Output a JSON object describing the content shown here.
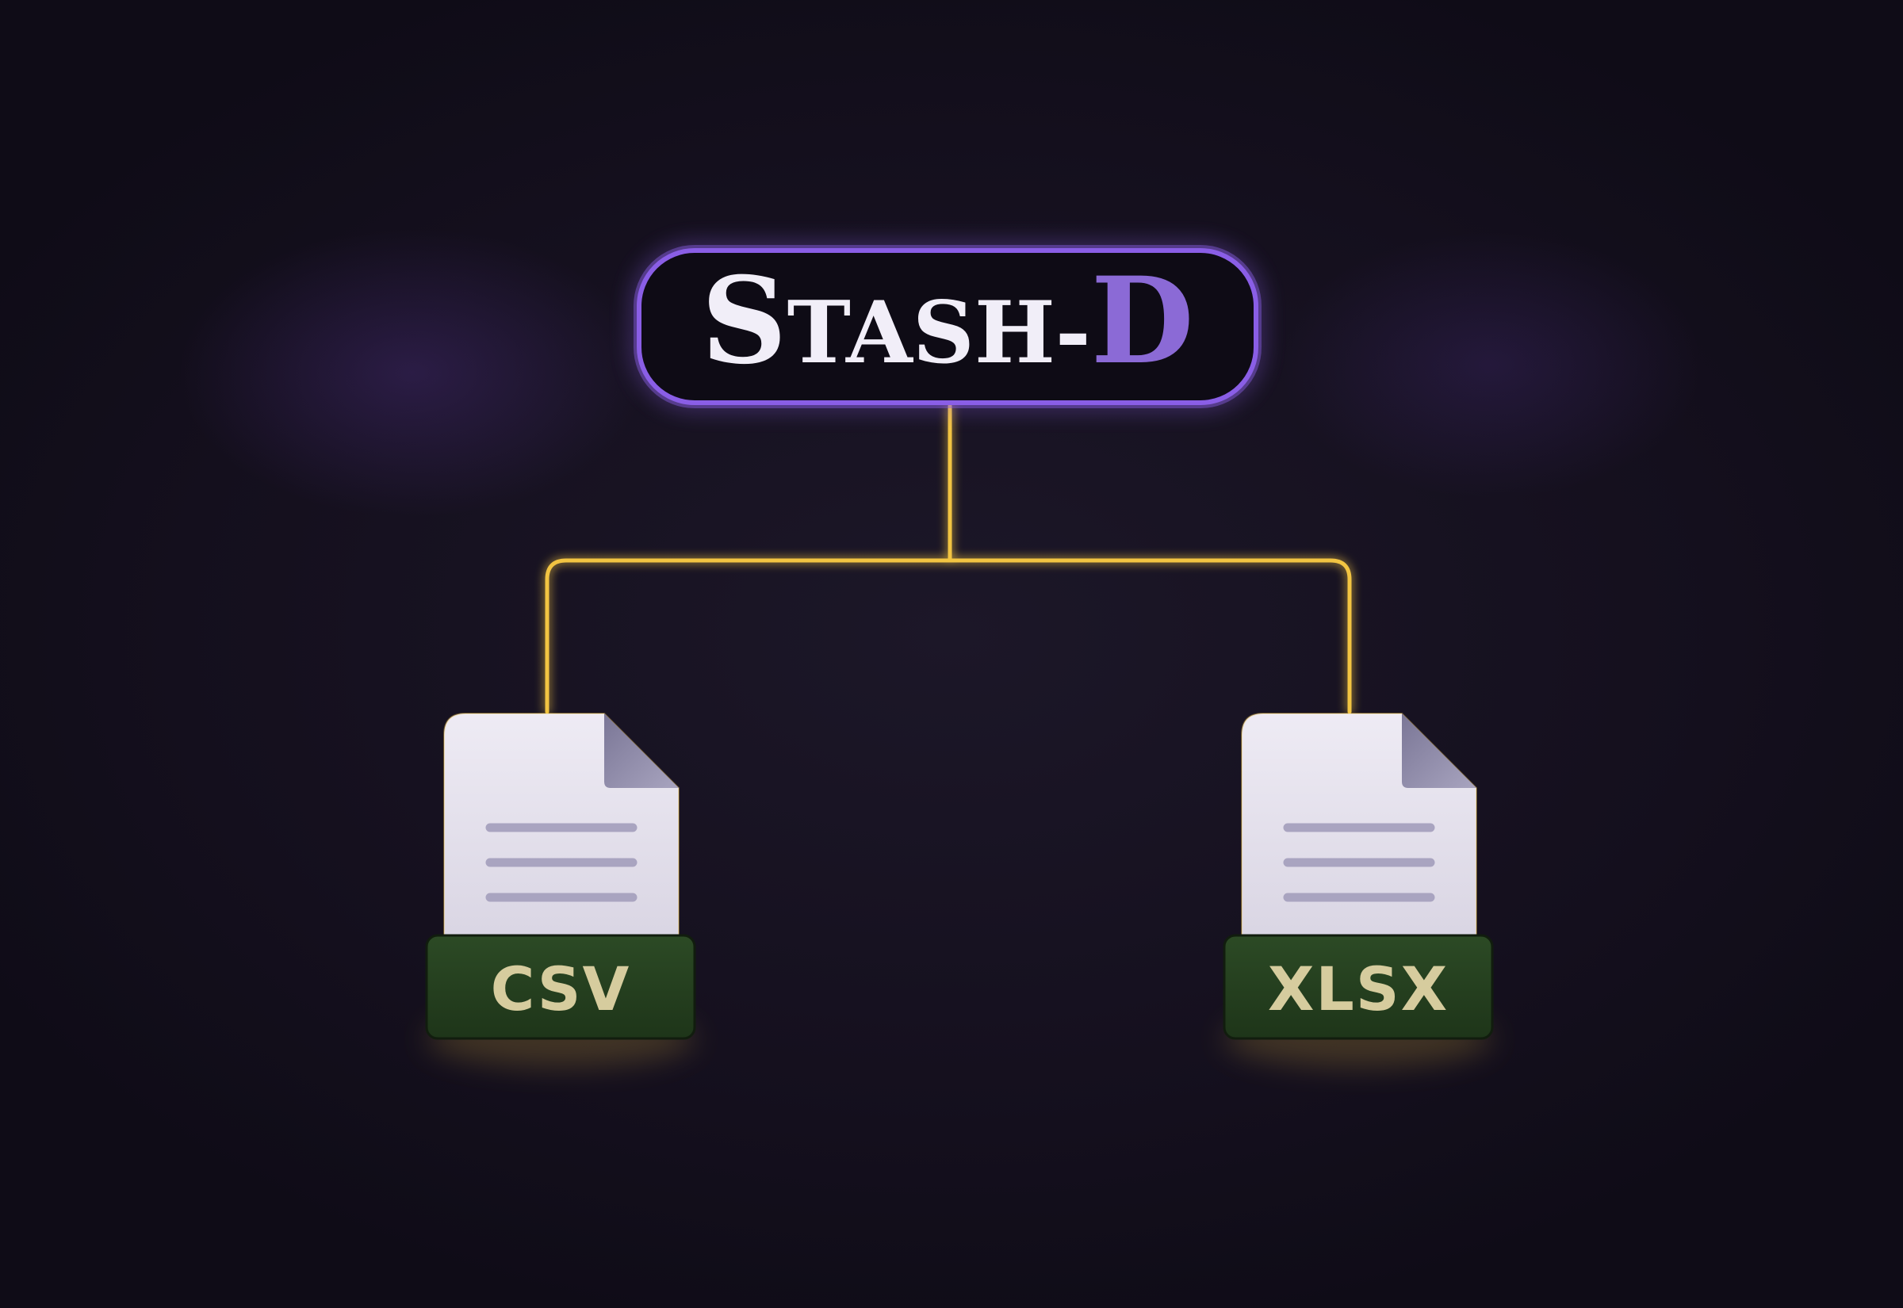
{
  "logo": {
    "big_s": "S",
    "small_caps": "TASH-",
    "accent": "D"
  },
  "files": [
    {
      "label": "CSV"
    },
    {
      "label": "XLSX"
    }
  ],
  "colors": {
    "background": "#15111f",
    "logo_border": "#8a5ee6",
    "logo_fill": "#0e0b15",
    "accent": "#8b6ad6",
    "connector": "#f2c443",
    "file_page": "#e6e3ee",
    "file_fold": "#8c88a6",
    "file_lines": "#a9a4c0",
    "label_band": "#25401f",
    "label_text": "#d6cc9e"
  }
}
